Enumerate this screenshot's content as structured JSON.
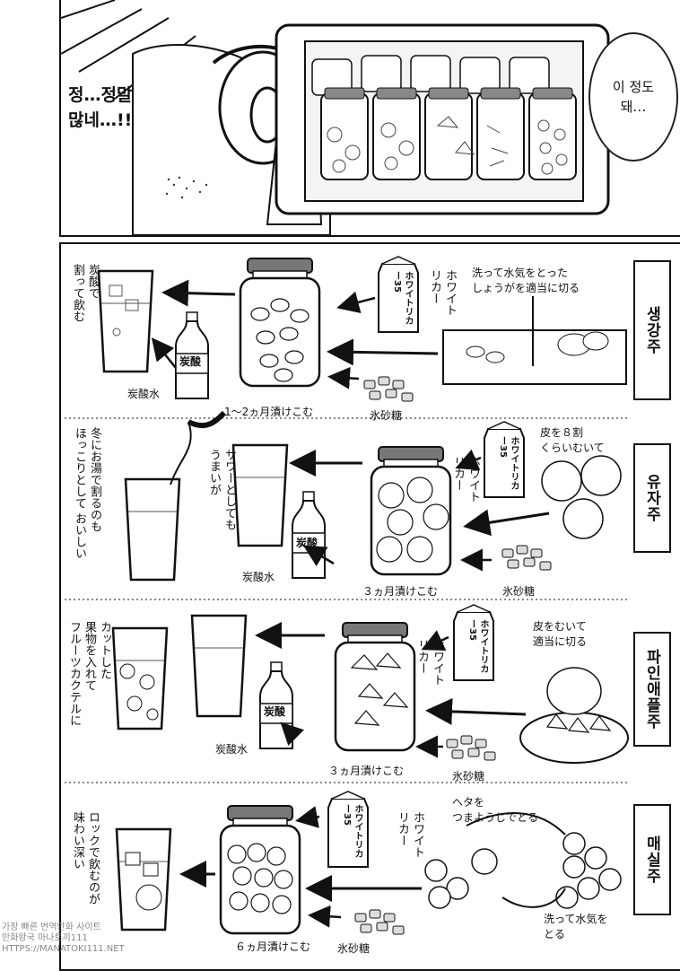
{
  "top_panel": {
    "shout_lines": [
      "정…정말",
      "많네…!!"
    ],
    "bubble_lines": [
      "이 정도",
      "돼…"
    ]
  },
  "rows": [
    {
      "title": "생강주",
      "steps": [
        "洗って水気をとった",
        "しょうがを適当に切る"
      ],
      "liquor_lines": [
        "ホワイト",
        "リカー"
      ],
      "carton_text": "ホワイトリカー35",
      "soak": "1～2ヵ月漬けこむ",
      "sugar": "氷砂糖",
      "soda_bottle": "炭酸",
      "soda": "炭酸水",
      "serve": [
        "炭酸で",
        "割って飲む"
      ]
    },
    {
      "title": "유자주",
      "steps": [
        "皮を８割",
        "くらいむいて"
      ],
      "liquor_lines": [
        "ホワイト",
        "リカー"
      ],
      "carton_text": "ホワイトリカー35",
      "soak": "３ヵ月漬けこむ",
      "sugar": "氷砂糖",
      "soda_bottle": "炭酸",
      "soda": "炭酸水",
      "serve": [
        "サワーとしても",
        "うまいが"
      ],
      "serve2": [
        "冬にお湯で割るのも",
        "ほっこりとして おいしい"
      ]
    },
    {
      "title": "파인애플주",
      "steps": [
        "皮をむいて",
        "適当に切る"
      ],
      "liquor_lines": [
        "ホワイト",
        "リカー"
      ],
      "carton_text": "ホワイトリカー35",
      "soak": "３ヵ月漬けこむ",
      "sugar": "氷砂糖",
      "soda_bottle": "炭酸",
      "soda": "炭酸水",
      "serve": [
        "カットした",
        "果物を入れて",
        "フルーツカクテルに"
      ]
    },
    {
      "title": "매실주",
      "steps": [
        "ヘタを",
        "つまようじでとる"
      ],
      "steps2": [
        "洗って水気を",
        "とる"
      ],
      "liquor_lines": [
        "ホワイト",
        "リカー"
      ],
      "carton_text": "ホワイトリカー35",
      "soak": "６ヵ月漬けこむ",
      "sugar": "氷砂糖",
      "serve": [
        "ロックで飲むのが",
        "味わい深い"
      ]
    }
  ],
  "watermark": [
    "가장 빠른 번역만화 사이트",
    "만화왕국 마나토끼111",
    "HTTPS://MANATOKI111.NET"
  ]
}
